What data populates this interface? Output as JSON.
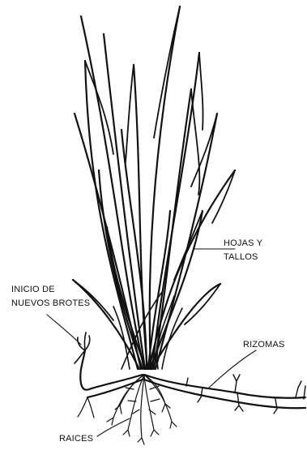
{
  "labels": {
    "hojas_line1": "HOJAS Y",
    "hojas_line2": "TALLOS",
    "inicio_line1": "INICIO DE",
    "inicio_line2": "NUEVOS BROTES",
    "rizomas": "RIZOMAS",
    "raices": "RAICES"
  },
  "colors": {
    "ink": "#111111",
    "background": "#ffffff"
  }
}
